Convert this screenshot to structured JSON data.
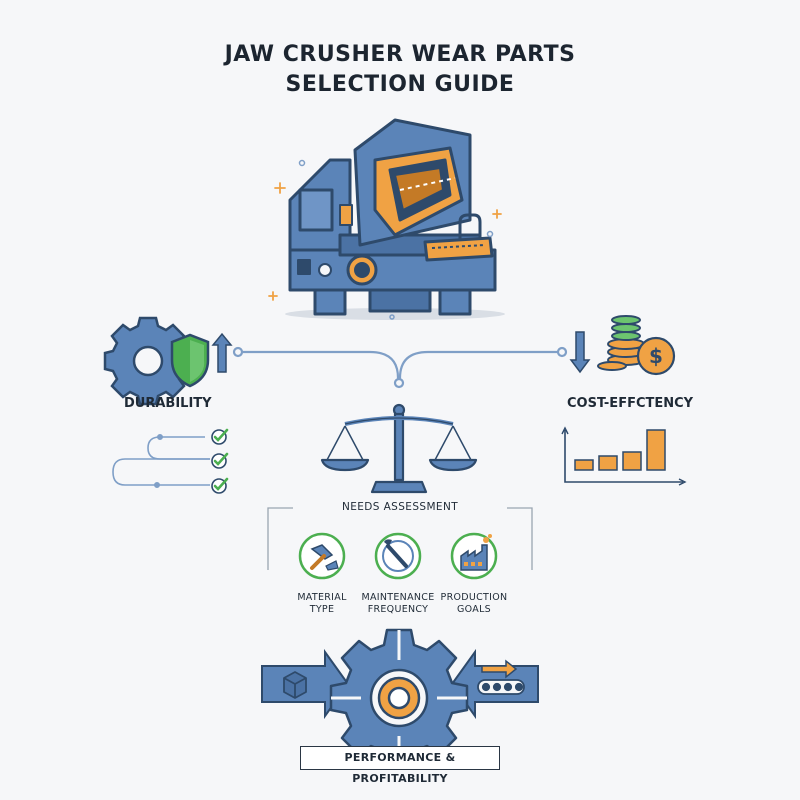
{
  "header": {
    "title_line1": "JAW CRUSHER WEAR PARTS",
    "title_line2": "SELECTION GUIDE"
  },
  "left": {
    "label": "DURABILITY",
    "icons": [
      "gear-icon",
      "shield-icon",
      "arrow-up-icon",
      "check-icon"
    ]
  },
  "right": {
    "label": "COST-EFFCTENCY",
    "icons": [
      "coin-stack-icon",
      "dollar-coin-icon",
      "arrow-down-icon",
      "bar-chart-icon"
    ],
    "bar_levels": [
      0.25,
      0.35,
      0.45,
      1.0
    ]
  },
  "needs": {
    "title": "NEEDS ASSESSMENT",
    "items": [
      {
        "line1": "MATERIAL",
        "line2": "TYPE",
        "icon": "hammer-icon"
      },
      {
        "line1": "MAINTENANCE",
        "line2": "FREQUENCY",
        "icon": "wrench-icon"
      },
      {
        "line1": "PRODUCTION",
        "line2": "GOALS",
        "icon": "factory-icon"
      }
    ]
  },
  "footer": {
    "label": "PERFORMANCE & PROFITABILITY",
    "icons": [
      "cube-icon",
      "gear-icon",
      "conveyor-icon"
    ]
  },
  "colors": {
    "blue": "#5b84b8",
    "blue_dark": "#2e4a6b",
    "orange": "#f0a244",
    "green": "#4caf50",
    "line": "#7f9fc7"
  }
}
